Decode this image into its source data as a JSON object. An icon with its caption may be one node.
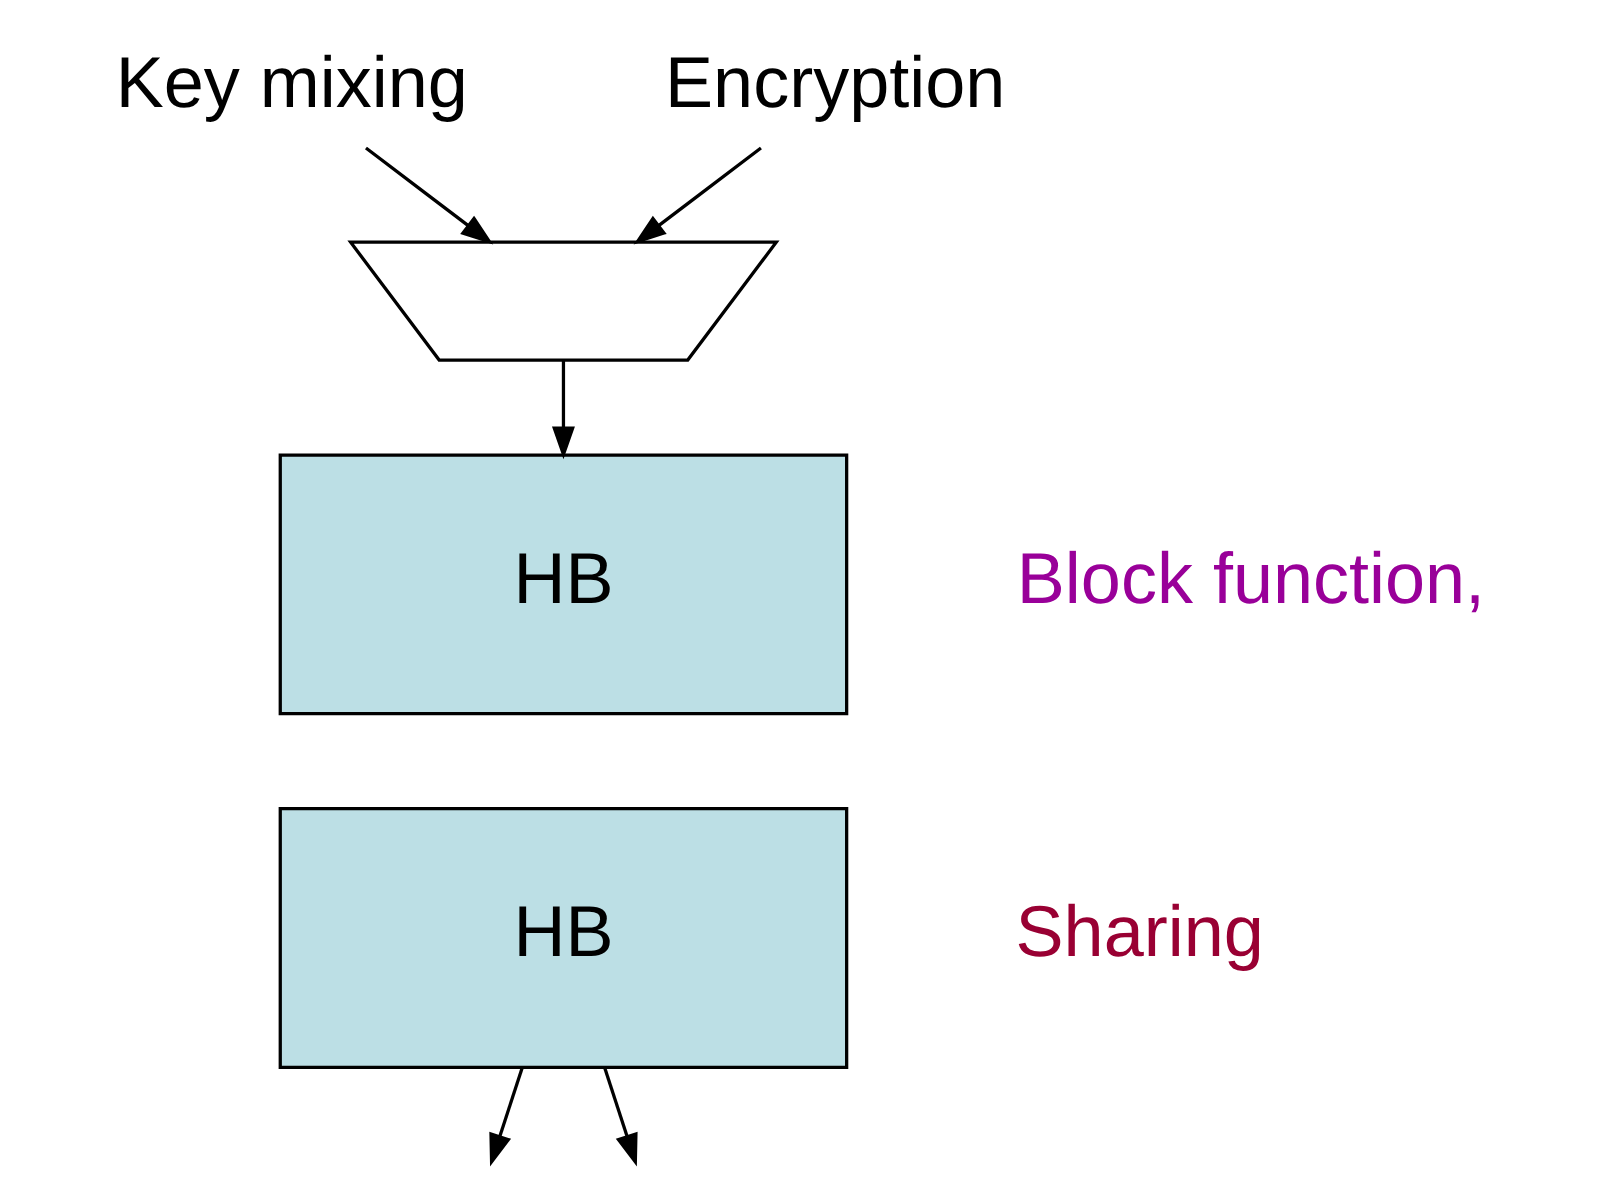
{
  "diagram": {
    "nodes": [
      {
        "text": [
          "Key mixing"
        ]
      },
      {
        "text": [
          "Encryption"
        ]
      },
      {
        "text": [],
        "shape": "trapezoid"
      },
      {
        "text": [
          "HB"
        ]
      },
      {
        "text": [
          "HB"
        ]
      }
    ],
    "edges": [
      {
        "from": 0,
        "to": 2,
        "arrow": "to"
      },
      {
        "from": 1,
        "to": 2,
        "arrow": "to"
      },
      {
        "from": 2,
        "to": 3,
        "arrow": "to"
      },
      {
        "from": 4,
        "to": null,
        "arrow": "to"
      },
      {
        "from": 4,
        "to": null,
        "arrow": "to"
      }
    ],
    "labels": [
      "Block function,",
      "Sharing"
    ]
  }
}
